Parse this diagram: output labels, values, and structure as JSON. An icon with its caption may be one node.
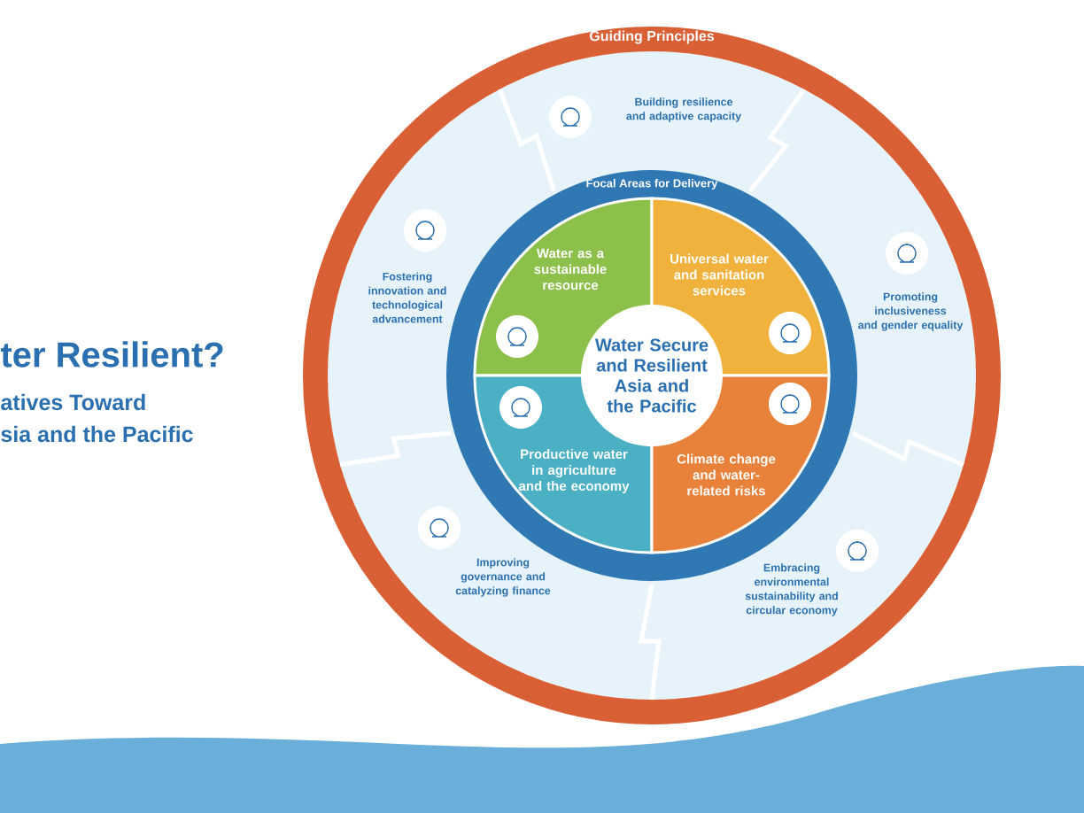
{
  "diagram": {
    "nodes": [
      {
        "text": [
          "Guiding Principles"
        ]
      },
      {
        "text": [
          "Focal Areas for Delivery"
        ],
        "in": 0
      },
      {
        "text": [
          "Water as a sustainable resource"
        ],
        "in": 1
      },
      {
        "text": [
          "Universal water and sanitation services"
        ],
        "in": 1
      },
      {
        "text": [
          "Productive water in agriculture and the economy"
        ],
        "in": 1
      },
      {
        "text": [
          "Climate change and water-related risks"
        ],
        "in": 1
      },
      {
        "text": [
          "Water Secure and Resilient Asia and the Pacific"
        ],
        "in": 1
      },
      {
        "text": [
          "Building resilience and adaptive capacity"
        ],
        "in": 0
      },
      {
        "text": [
          "Fostering innovation and technological advancement"
        ],
        "in": 0
      },
      {
        "text": [
          "Promoting inclusiveness and gender equality"
        ],
        "in": 0
      },
      {
        "text": [
          "Improving governance and catalyzing finance"
        ],
        "in": 0
      },
      {
        "text": [
          "Embracing environmental sustainability and circular economy"
        ],
        "in": 0
      }
    ],
    "edges": [],
    "labels": [
      "ter Resilient?",
      "atives Toward",
      "sia and the Pacific"
    ]
  }
}
